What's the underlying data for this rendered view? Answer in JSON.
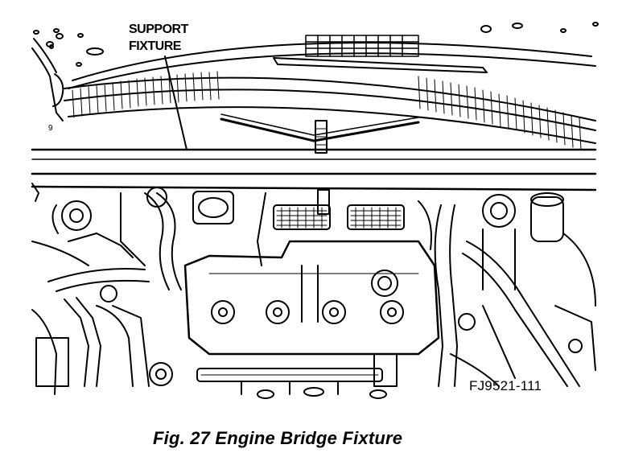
{
  "labels": {
    "callout_line1": "SUPPORT",
    "callout_line2": "FIXTURE",
    "figure_id": "FJ9521-111"
  },
  "caption": "Fig. 27 Engine Bridge Fixture"
}
